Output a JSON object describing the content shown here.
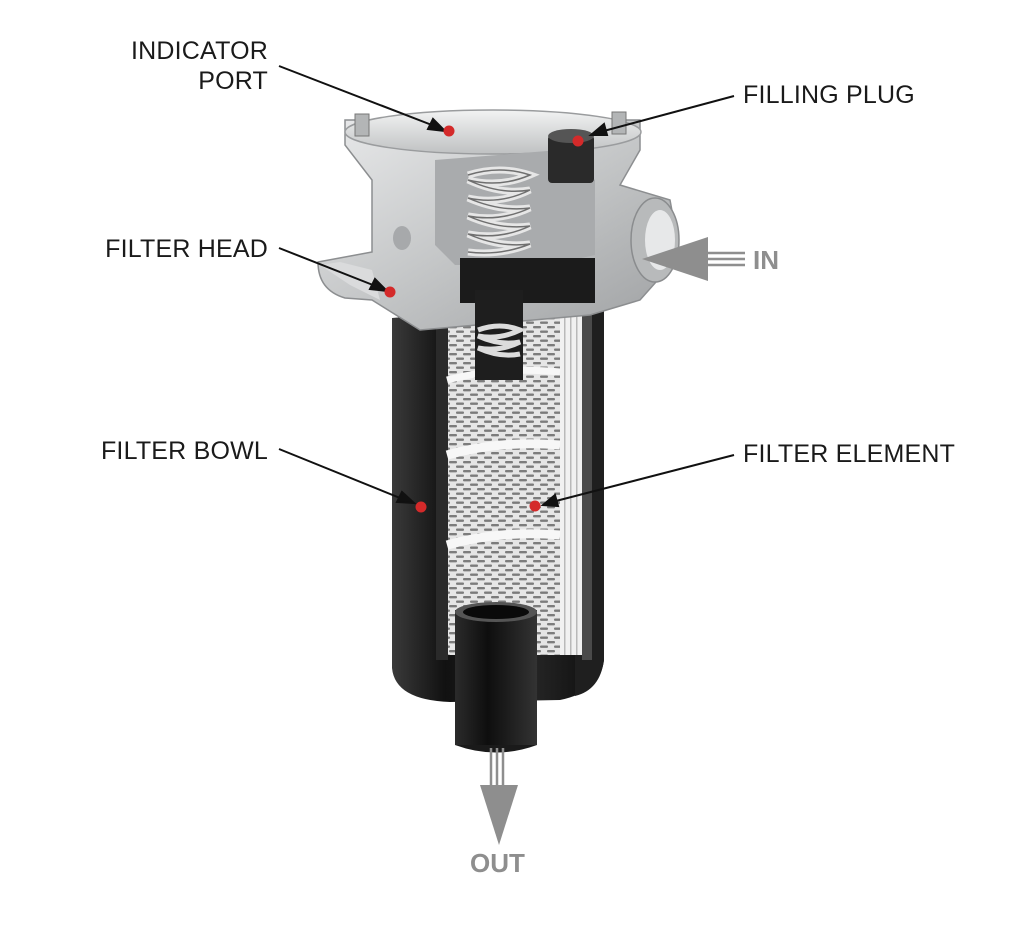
{
  "labels": {
    "indicator_port_line1": "INDICATOR",
    "indicator_port_line2": "PORT",
    "filling_plug": "FILLING PLUG",
    "filter_head": "FILTER HEAD",
    "filter_bowl": "FILTER BOWL",
    "filter_element": "FILTER ELEMENT",
    "flow_in": "IN",
    "flow_out": "OUT"
  },
  "colors": {
    "marker_dot": "#d42a2a",
    "flow_arrow": "#8e8e8e",
    "bowl": "#1b1b1b",
    "head_metal": "#c9cbcc",
    "element_mesh": "#e4e4e4"
  }
}
